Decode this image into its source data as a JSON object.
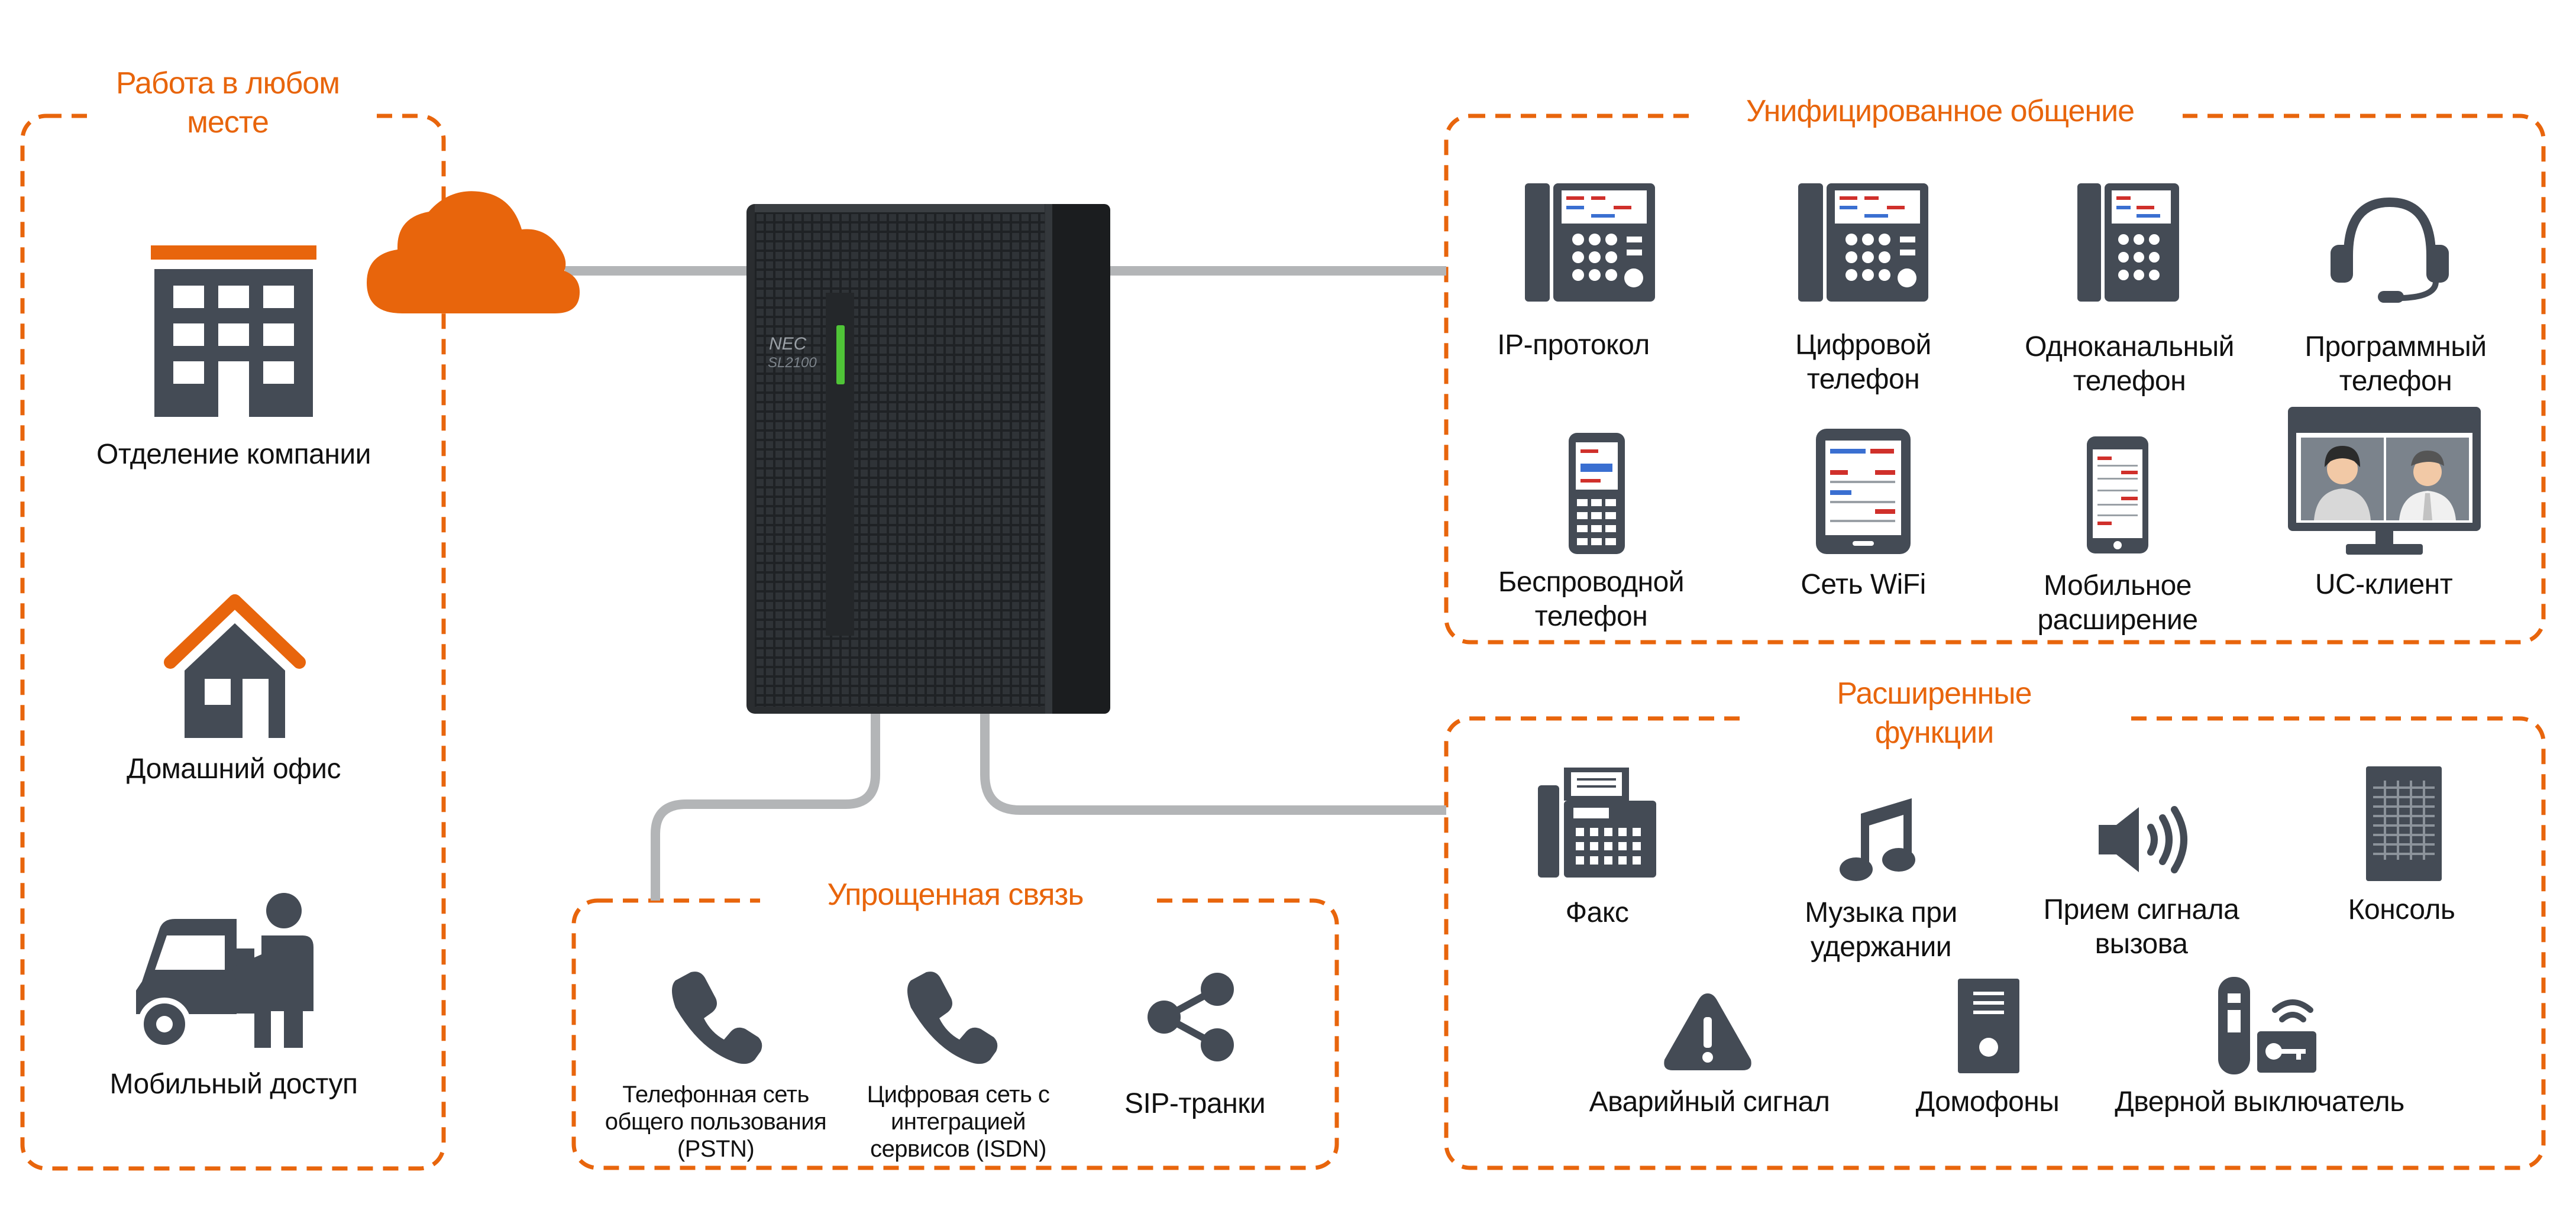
{
  "colors": {
    "accent": "#e8650c",
    "icon": "#444b55",
    "line": "#b3b5b7",
    "server": "#25282b"
  },
  "device": {
    "brand": "NEC",
    "model": "SL2100"
  },
  "groups": {
    "anywhere": {
      "title": [
        "Работа в любом",
        "месте"
      ],
      "items": [
        {
          "icon": "building-icon",
          "label": [
            "Отделение компании"
          ]
        },
        {
          "icon": "house-icon",
          "label": [
            "Домашний офис"
          ]
        },
        {
          "icon": "car-person-icon",
          "label": [
            "Мобильный доступ"
          ]
        }
      ]
    },
    "uc": {
      "title": "Унифицированное общение",
      "items": [
        {
          "icon": "ip-phone-icon",
          "label": [
            "IP-протокол"
          ]
        },
        {
          "icon": "digital-phone-icon",
          "label": [
            "Цифровой",
            "телефон"
          ]
        },
        {
          "icon": "single-line-phone-icon",
          "label": [
            "Одноканальный",
            "телефон"
          ]
        },
        {
          "icon": "headset-icon",
          "label": [
            "Программный",
            "телефон"
          ]
        },
        {
          "icon": "cordless-phone-icon",
          "label": [
            "Беспроводной",
            "телефон"
          ]
        },
        {
          "icon": "wifi-phone-icon",
          "label": [
            "Сеть WiFi"
          ]
        },
        {
          "icon": "smartphone-icon",
          "label": [
            "Мобильное",
            "расширение"
          ]
        },
        {
          "icon": "video-monitor-icon",
          "label": [
            "UC-клиент"
          ]
        }
      ]
    },
    "advanced": {
      "title": [
        "Расширенные",
        "функции"
      ],
      "items": [
        {
          "icon": "fax-icon",
          "label": [
            "Факс"
          ]
        },
        {
          "icon": "music-note-icon",
          "label": [
            "Музыка при",
            "удержании"
          ]
        },
        {
          "icon": "speaker-icon",
          "label": [
            "Прием сигнала",
            "вызова"
          ]
        },
        {
          "icon": "console-icon",
          "label": [
            "Консоль"
          ]
        },
        {
          "icon": "warning-icon",
          "label": [
            "Аварийный сигнал"
          ]
        },
        {
          "icon": "intercom-icon",
          "label": [
            "Домофоны"
          ]
        },
        {
          "icon": "door-lock-icon",
          "label": [
            "Дверной выключатель"
          ]
        }
      ]
    },
    "simple": {
      "title": "Упрощенная связь",
      "items": [
        {
          "icon": "handset-icon",
          "label": [
            "Телефонная сеть",
            "общего пользования",
            "(PSTN)"
          ]
        },
        {
          "icon": "handset-icon",
          "label": [
            "Цифровая сеть с",
            "интеграцией",
            "сервисов (ISDN)"
          ]
        },
        {
          "icon": "share-icon",
          "label": [
            "SIP-транки"
          ]
        }
      ]
    }
  }
}
